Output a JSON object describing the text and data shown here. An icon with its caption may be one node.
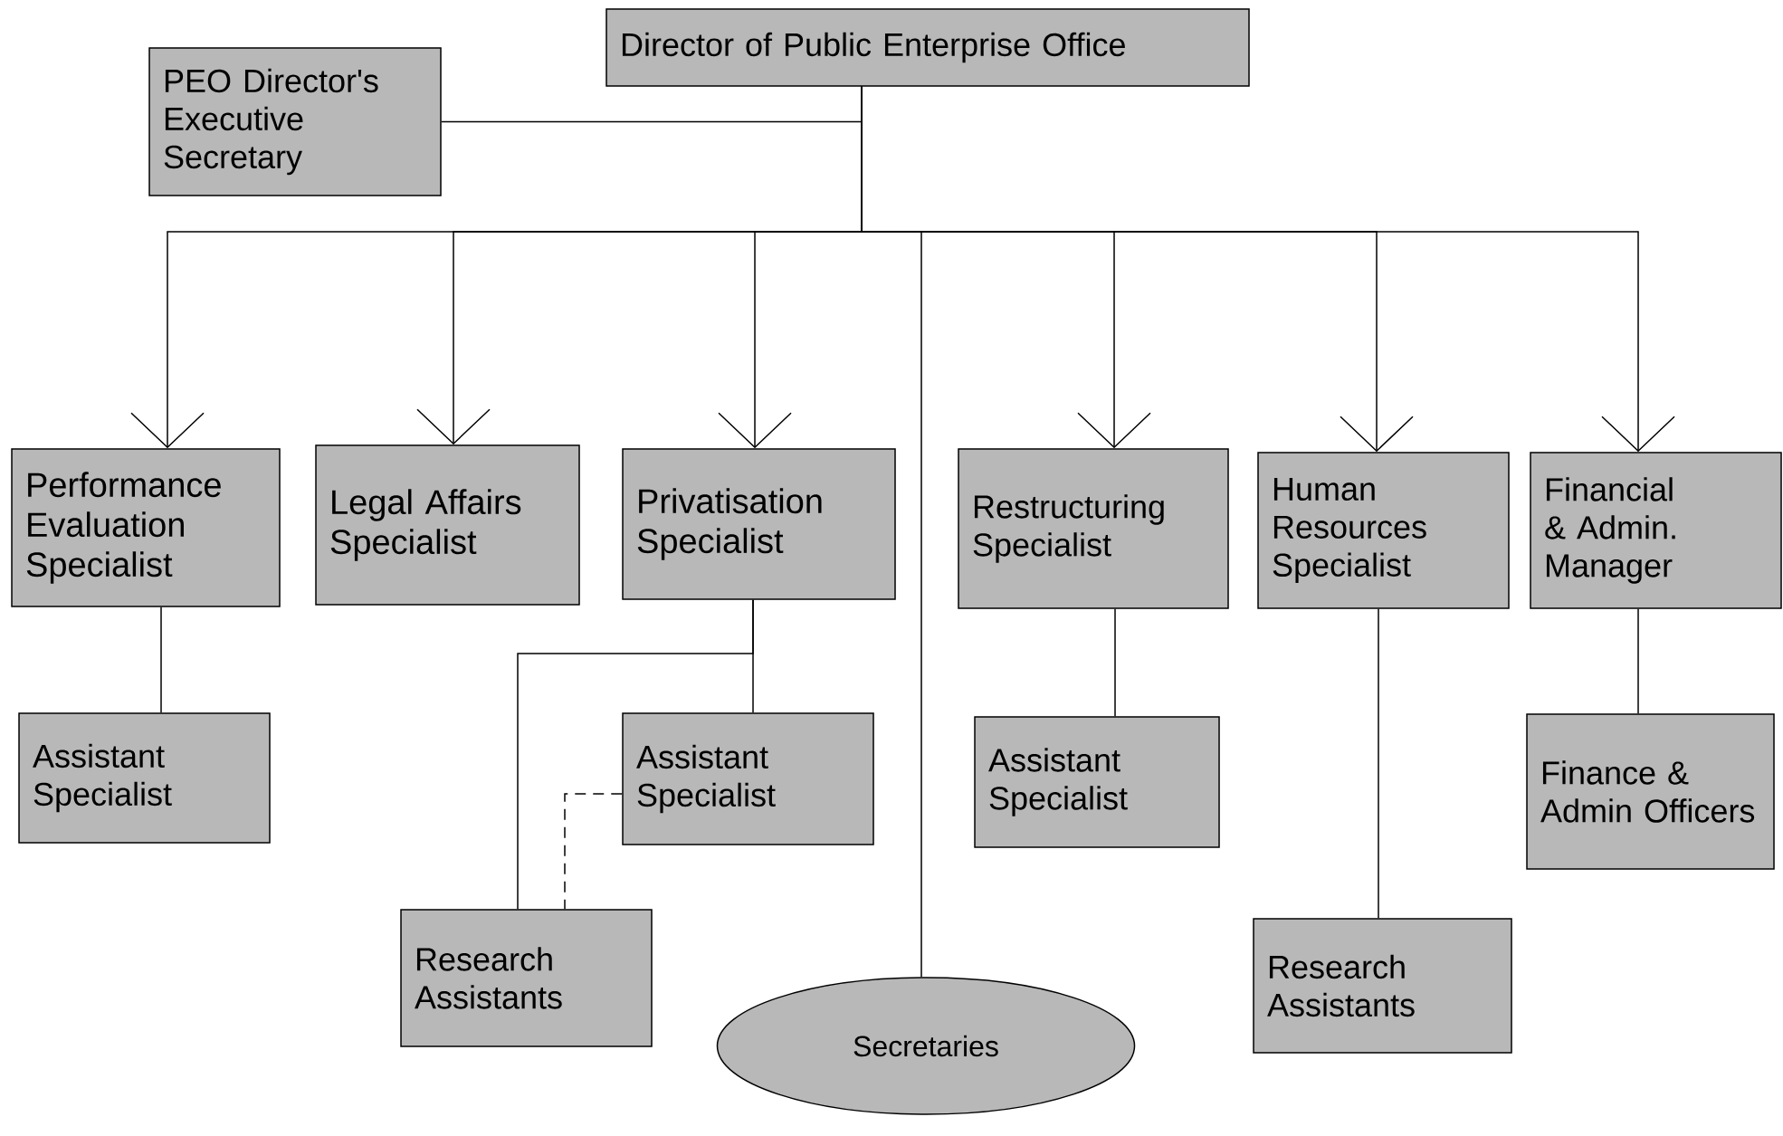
{
  "diagram": {
    "nodes": [
      {
        "text": [
          "Director of Public Enterprise Office"
        ]
      },
      {
        "text": [
          "PEO Director's Executive Secretary"
        ]
      },
      {
        "text": [
          "Performance Evaluation Specialist"
        ]
      },
      {
        "text": [
          "Legal Affairs Specialist"
        ]
      },
      {
        "text": [
          "Privatisation Specialist"
        ]
      },
      {
        "text": [
          "Restructuring Specialist"
        ]
      },
      {
        "text": [
          "Human Resources Specialist"
        ]
      },
      {
        "text": [
          "Financial & Admin. Manager"
        ]
      },
      {
        "text": [
          "Assistant Specialist"
        ]
      },
      {
        "text": [
          "Assistant Specialist"
        ]
      },
      {
        "text": [
          "Research Assistants"
        ]
      },
      {
        "text": [
          "Secretaries"
        ]
      },
      {
        "text": [
          "Assistant Specialist"
        ]
      },
      {
        "text": [
          "Research Assistants"
        ]
      },
      {
        "text": [
          "Finance & Admin Officers"
        ]
      }
    ],
    "edges": [
      {
        "from": 0,
        "to": 1,
        "arrow": "none"
      },
      {
        "from": 0,
        "to": 2,
        "arrow": "to"
      },
      {
        "from": 0,
        "to": 3,
        "arrow": "to"
      },
      {
        "from": 0,
        "to": 4,
        "arrow": "to"
      },
      {
        "from": 0,
        "to": 11,
        "arrow": "none"
      },
      {
        "from": 0,
        "to": 5,
        "arrow": "to"
      },
      {
        "from": 0,
        "to": 6,
        "arrow": "to"
      },
      {
        "from": 0,
        "to": 7,
        "arrow": "to"
      },
      {
        "from": 2,
        "to": 8,
        "arrow": "none"
      },
      {
        "from": 4,
        "to": 10,
        "arrow": "none"
      },
      {
        "from": 4,
        "to": 9,
        "arrow": "none"
      },
      {
        "from": 9,
        "to": 10,
        "arrow": "none",
        "style": "dashed"
      },
      {
        "from": 5,
        "to": 12,
        "arrow": "none"
      },
      {
        "from": 6,
        "to": 13,
        "arrow": "none"
      },
      {
        "from": 7,
        "to": 14,
        "arrow": "none"
      }
    ]
  }
}
